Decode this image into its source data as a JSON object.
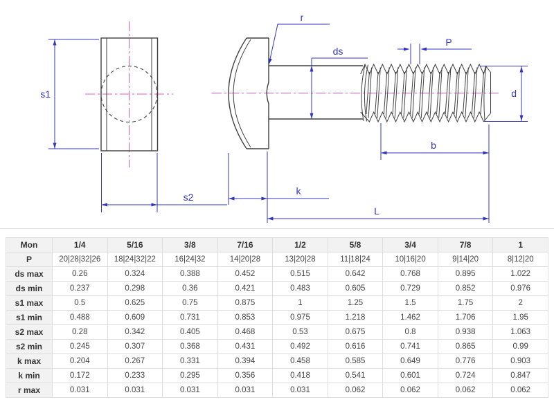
{
  "drawing": {
    "labels": {
      "s1": "s1",
      "s2": "s2",
      "r": "r",
      "ds": "ds",
      "P": "P",
      "d": "d",
      "b": "b",
      "k": "k",
      "L": "L"
    },
    "colors": {
      "dimension_blue": "#3434bd",
      "centerline_magenta": "#e056c8",
      "outline_gray": "#3f3f3f"
    }
  },
  "table": {
    "header_row": [
      "Mon",
      "1/4",
      "5/16",
      "3/8",
      "7/16",
      "1/2",
      "5/8",
      "3/4",
      "7/8",
      "1"
    ],
    "rows": [
      {
        "label": "P",
        "values": [
          "20|28|32|26",
          "18|24|32|22",
          "16|24|32",
          "14|20|28",
          "13|20|28",
          "11|18|24",
          "10|16|20",
          "9|14|20",
          "8|12|20"
        ]
      },
      {
        "label": "ds max",
        "values": [
          "0.26",
          "0.324",
          "0.388",
          "0.452",
          "0.515",
          "0.642",
          "0.768",
          "0.895",
          "1.022"
        ]
      },
      {
        "label": "ds min",
        "values": [
          "0.237",
          "0.298",
          "0.36",
          "0.421",
          "0.483",
          "0.605",
          "0.729",
          "0.852",
          "0.976"
        ]
      },
      {
        "label": "s1 max",
        "values": [
          "0.5",
          "0.625",
          "0.75",
          "0.875",
          "1",
          "1.25",
          "1.5",
          "1.75",
          "2"
        ]
      },
      {
        "label": "s1 min",
        "values": [
          "0.488",
          "0.609",
          "0.731",
          "0.853",
          "0.975",
          "1.218",
          "1.462",
          "1.706",
          "1.95"
        ]
      },
      {
        "label": "s2 max",
        "values": [
          "0.28",
          "0.342",
          "0.405",
          "0.468",
          "0.53",
          "0.675",
          "0.8",
          "0.938",
          "1.063"
        ]
      },
      {
        "label": "s2 min",
        "values": [
          "0.245",
          "0.307",
          "0.368",
          "0.431",
          "0.492",
          "0.616",
          "0.741",
          "0.865",
          "0.99"
        ]
      },
      {
        "label": "k max",
        "values": [
          "0.204",
          "0.267",
          "0.331",
          "0.394",
          "0.458",
          "0.585",
          "0.649",
          "0.776",
          "0.903"
        ]
      },
      {
        "label": "k min",
        "values": [
          "0.172",
          "0.233",
          "0.295",
          "0.356",
          "0.418",
          "0.541",
          "0.601",
          "0.724",
          "0.847"
        ]
      },
      {
        "label": "r max",
        "values": [
          "0.031",
          "0.031",
          "0.031",
          "0.031",
          "0.031",
          "0.062",
          "0.062",
          "0.062",
          "0.062"
        ]
      }
    ]
  }
}
